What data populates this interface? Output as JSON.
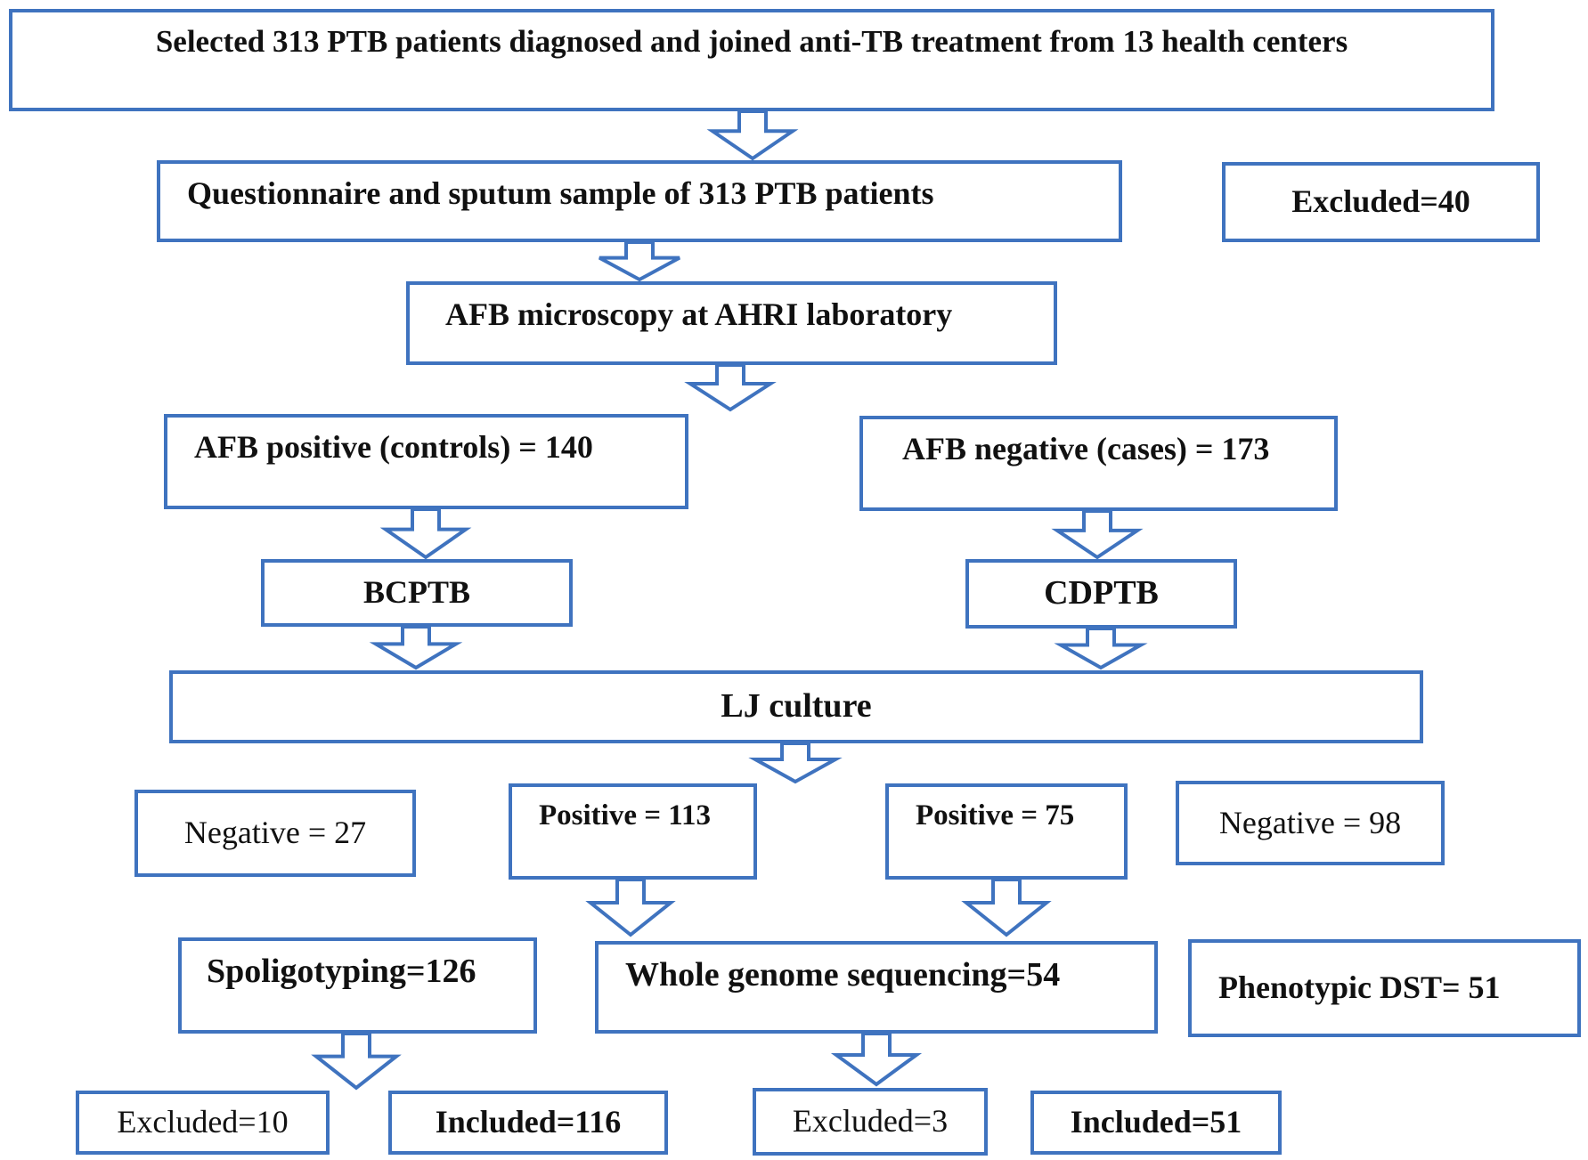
{
  "boxes": {
    "selected": "Selected 313 PTB patients diagnosed and joined anti-TB treatment from 13 health centers",
    "questionnaire": "Questionnaire and sputum sample of 313 PTB patients",
    "excluded_40": "Excluded=40",
    "afb_microscopy": "AFB microscopy at AHRI laboratory",
    "afb_positive": "AFB positive (controls) = 140",
    "afb_negative": "AFB negative (cases) = 173",
    "bcptb": "BCPTB",
    "cdptb": "CDPTB",
    "lj_culture": "LJ culture",
    "negative_27": "Negative = 27",
    "positive_113": "Positive = 113",
    "positive_75": "Positive = 75",
    "negative_98": "Negative = 98",
    "spoligotyping": "Spoligotyping=126",
    "wgs": "Whole genome sequencing=54",
    "phenotypic_dst": "Phenotypic DST= 51",
    "excluded_10": "Excluded=10",
    "included_116": "Included=116",
    "excluded_3": "Excluded=3",
    "included_51": "Included=51"
  },
  "colors": {
    "border": "#3f73bf",
    "text": "#111111",
    "background": "#ffffff"
  }
}
